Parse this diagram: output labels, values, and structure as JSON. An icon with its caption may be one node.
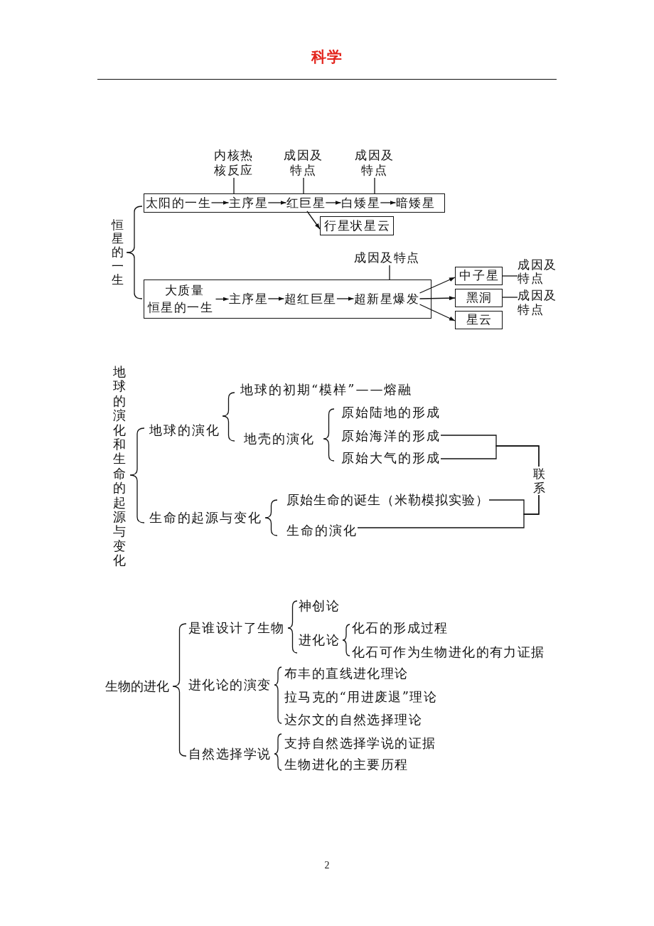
{
  "diagram": {
    "title": "科学",
    "nodes": [
      {
        "text": [
          "内核热核反应"
        ]
      },
      {
        "text": [
          "成因及特点"
        ]
      },
      {
        "text": [
          "成因及特点"
        ]
      },
      {
        "text": [],
        "shape": "box"
      },
      {
        "text": [
          "太阳的一生"
        ],
        "in": 3
      },
      {
        "text": [
          "主序星"
        ],
        "in": 3
      },
      {
        "text": [
          "红巨星"
        ],
        "in": 3
      },
      {
        "text": [
          "白矮星"
        ],
        "in": 3
      },
      {
        "text": [
          "暗矮星"
        ],
        "in": 3
      },
      {
        "text": [
          "行星状星云"
        ]
      },
      {
        "text": [
          "成因及特点"
        ]
      },
      {
        "text": [],
        "shape": "box"
      },
      {
        "text": [
          "大质量恒星的一生"
        ],
        "in": 11
      },
      {
        "text": [
          "主序星"
        ],
        "in": 11
      },
      {
        "text": [
          "超红巨星"
        ],
        "in": 11
      },
      {
        "text": [
          "超新星爆发"
        ],
        "in": 11
      },
      {
        "text": [
          "中子星"
        ]
      },
      {
        "text": [
          "成因及特点"
        ]
      },
      {
        "text": [
          "黑洞"
        ]
      },
      {
        "text": [
          "成因及特点"
        ]
      },
      {
        "text": [
          "星云"
        ]
      },
      {
        "text": [
          "原始海洋的形成"
        ]
      },
      {
        "text": [
          "原始大气的形成"
        ]
      },
      {
        "text": [
          "联系"
        ]
      },
      {
        "text": [
          "原始生命的诞生（米勒模拟实验）"
        ]
      },
      {
        "text": [
          "生命的演化"
        ]
      }
    ],
    "edges": [
      {
        "from": 0,
        "to": 5,
        "arrow": "none"
      },
      {
        "from": 1,
        "to": 6,
        "arrow": "none"
      },
      {
        "from": 2,
        "to": 7,
        "arrow": "none"
      },
      {
        "from": 4,
        "to": 5,
        "arrow": "to"
      },
      {
        "from": 5,
        "to": 6,
        "arrow": "to"
      },
      {
        "from": 6,
        "to": 7,
        "arrow": "to"
      },
      {
        "from": 7,
        "to": 8,
        "arrow": "to"
      },
      {
        "from": 6,
        "to": 9,
        "arrow": "to"
      },
      {
        "from": 10,
        "to": 15,
        "arrow": "none"
      },
      {
        "from": 12,
        "to": 13,
        "arrow": "to"
      },
      {
        "from": 13,
        "to": 14,
        "arrow": "to"
      },
      {
        "from": 14,
        "to": 15,
        "arrow": "to"
      },
      {
        "from": 15,
        "to": 16,
        "arrow": "to"
      },
      {
        "from": 15,
        "to": 18,
        "arrow": "to"
      },
      {
        "from": 15,
        "to": 20,
        "arrow": "to"
      },
      {
        "from": 17,
        "to": 16,
        "arrow": "none"
      },
      {
        "from": 19,
        "to": 18,
        "arrow": "none"
      },
      {
        "from": 21,
        "to": 23,
        "arrow": "none"
      },
      {
        "from": 22,
        "to": 23,
        "arrow": "none"
      },
      {
        "from": 23,
        "to": 24,
        "arrow": "none"
      },
      {
        "from": 23,
        "to": 25,
        "arrow": "none"
      }
    ],
    "labels": [
      "恒星的一生",
      "地球的演化和生命的起源与变化",
      "地球的初期“模样”——熔融",
      "地球的演化",
      "地壳的演化",
      "原始陆地的形成",
      "生命的起源与变化",
      "生物的进化",
      "是谁设计了生物",
      "神创论",
      "进化论",
      "化石的形成过程",
      "化石可作为生物进化的有力证据",
      "进化论的演变",
      "布丰的直线进化理论",
      "拉马克的“用进废退”理论",
      "达尔文的自然选择理论",
      "自然选择学说",
      "支持自然选择学说的证据",
      "生物进化的主要历程",
      "2"
    ]
  }
}
